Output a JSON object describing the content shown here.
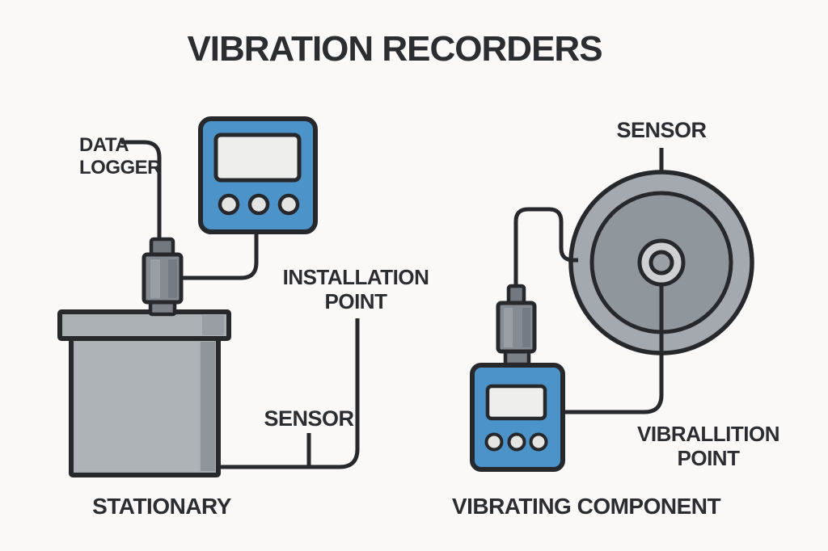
{
  "title": "VIBRATION RECORDERS",
  "left": {
    "data_logger": [
      "DATA",
      "LOGGER"
    ],
    "installation_point": [
      "INSTALLATION",
      "POINT"
    ],
    "sensor": "SENSOR",
    "caption": "STATIONARY"
  },
  "right": {
    "sensor": "SENSOR",
    "vibration_point": [
      "VIBRALLITION",
      "POINT"
    ],
    "caption": "VIBRATING COMPONENT"
  },
  "colors": {
    "background": "#faf9f7",
    "outline": "#26282c",
    "text": "#2b2d31",
    "device_blue": "#4b93c9",
    "screen_gray": "#eeeeec",
    "button_gray": "#e4e5e3",
    "machine_gray": "#a9aeb3",
    "machine_shadow_gray": "#8f959b",
    "sensor_gray": "#858b92",
    "sensor_cap_gray": "#72787e",
    "disc_outer_gray": "#a3a9af",
    "disc_inner_gray": "#8f969c",
    "hub_light_gray": "#cdd1d4",
    "hub_center_gray": "#9aa0a6"
  }
}
